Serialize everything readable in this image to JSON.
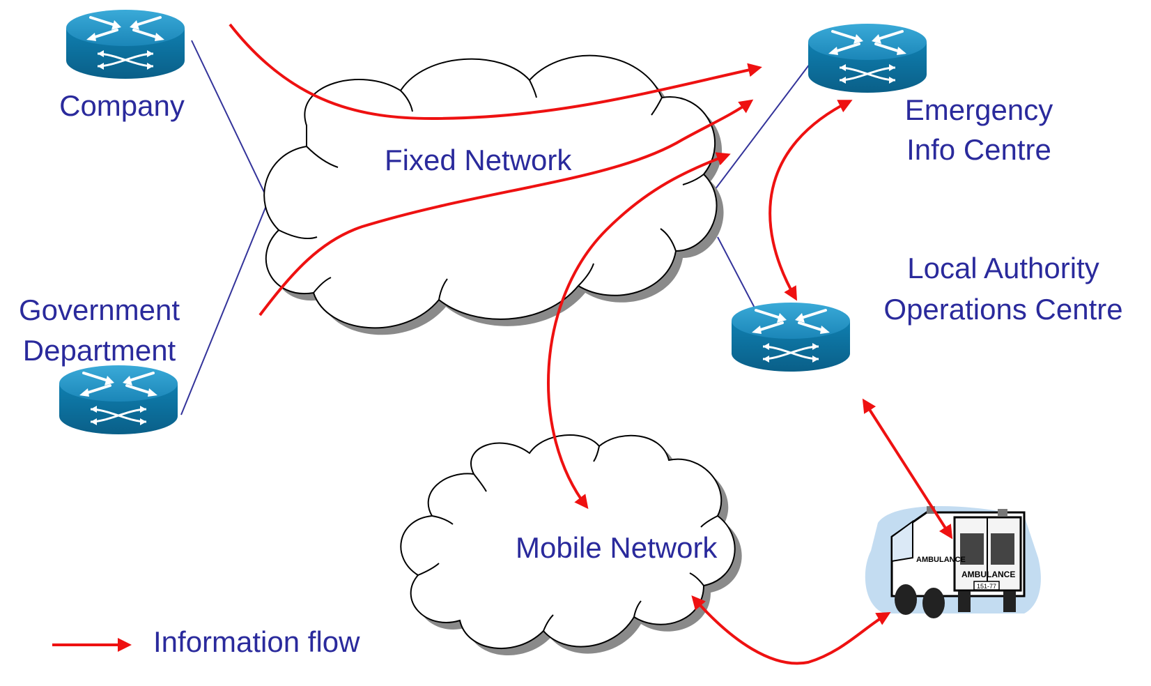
{
  "nodes": {
    "company": {
      "label": "Company",
      "icon": "router-icon"
    },
    "government": {
      "label_line1": "Government",
      "label_line2": "Department",
      "icon": "router-icon"
    },
    "emergency": {
      "label_line1": "Emergency",
      "label_line2": "Info Centre",
      "icon": "router-icon"
    },
    "local_authority": {
      "label_line1": "Local Authority",
      "label_line2": "Operations Centre",
      "icon": "router-icon"
    },
    "ambulance": {
      "icon": "ambulance-icon",
      "side_text": "AMBULANCE",
      "rear_text": "AMBULANCE",
      "plate": "151-77"
    }
  },
  "clouds": {
    "fixed": {
      "label": "Fixed Network"
    },
    "mobile": {
      "label": "Mobile Network"
    }
  },
  "legend": {
    "label": "Information flow"
  },
  "colors": {
    "flow": "#ee1111",
    "text": "#2a2a9c",
    "link": "#33339a",
    "router_top": "#1d8fc0",
    "router_side": "#0b6f9c"
  }
}
